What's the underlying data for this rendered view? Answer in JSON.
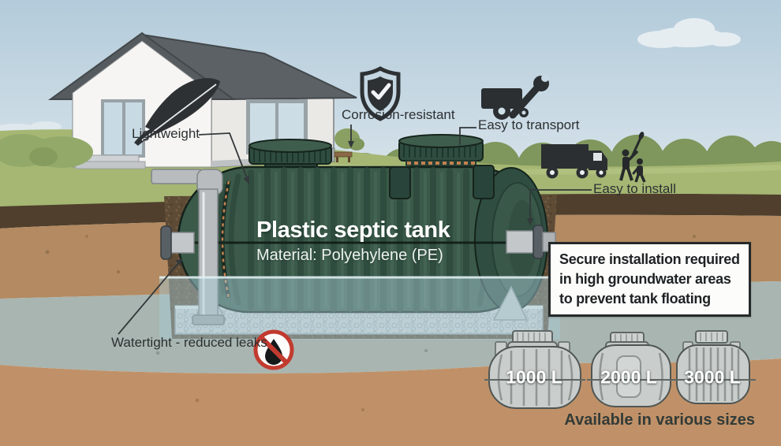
{
  "title": {
    "main": "Plastic septic tank",
    "material": "Material: Polyehylene (PE)"
  },
  "labels": {
    "lightweight": "Lightweight",
    "corrosion_resistant": "Corrosion-resistant",
    "easy_transport": "Easy to transport",
    "easy_install": "Easy to install",
    "watertight": "Watertight - reduced leaks"
  },
  "callout": {
    "lines": [
      "Secure installation required",
      "in high groundwater areas",
      "to prevent tank floating"
    ]
  },
  "sizes": {
    "items": [
      "1000 L",
      "2000 L",
      "3000 L"
    ],
    "caption": "Available in various sizes"
  },
  "icons": {
    "lightweight": "feather-icon",
    "corrosion_resistant": "shield-check-icon",
    "easy_transport": "truck-wrench-icon",
    "easy_install": "truck-workers-icon",
    "watertight": "no-leak-icon"
  },
  "colors": {
    "tank_green": "#3b5a4a",
    "soil_brown": "#b38a61",
    "topsoil_dark": "#4f3f2c",
    "groundwater_gray": "#a9b5b0",
    "water_blue": "#a8cbd6",
    "grass_green": "#a5b773",
    "sky_blue": "#c7d9e4",
    "alert_red": "#c13b2e"
  }
}
